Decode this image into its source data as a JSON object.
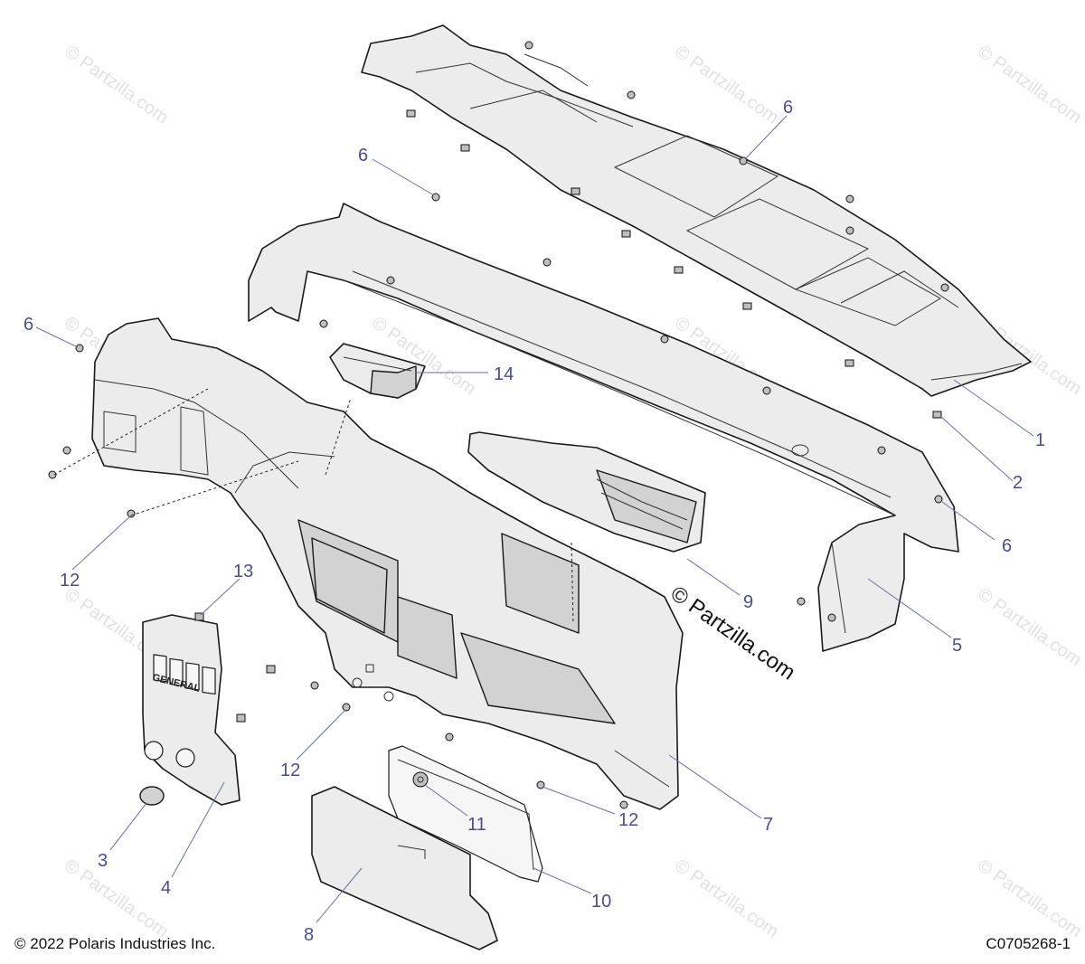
{
  "callouts": [
    {
      "label": "1"
    },
    {
      "label": "2"
    },
    {
      "label": "3"
    },
    {
      "label": "4"
    },
    {
      "label": "5"
    },
    {
      "label": "6"
    },
    {
      "label": "6"
    },
    {
      "label": "6"
    },
    {
      "label": "6"
    },
    {
      "label": "7"
    },
    {
      "label": "8"
    },
    {
      "label": "9"
    },
    {
      "label": "10"
    },
    {
      "label": "11"
    },
    {
      "label": "12"
    },
    {
      "label": "12"
    },
    {
      "label": "12"
    },
    {
      "label": "13"
    },
    {
      "label": "14"
    }
  ],
  "watermark": {
    "text": "© Partzilla.com",
    "main_text": "© Partzilla.com"
  },
  "footer": {
    "copyright": "© 2022 Polaris Industries Inc.",
    "drawing_number": "C0705268-1"
  },
  "bezel_logo": {
    "text": "GENERAL"
  }
}
